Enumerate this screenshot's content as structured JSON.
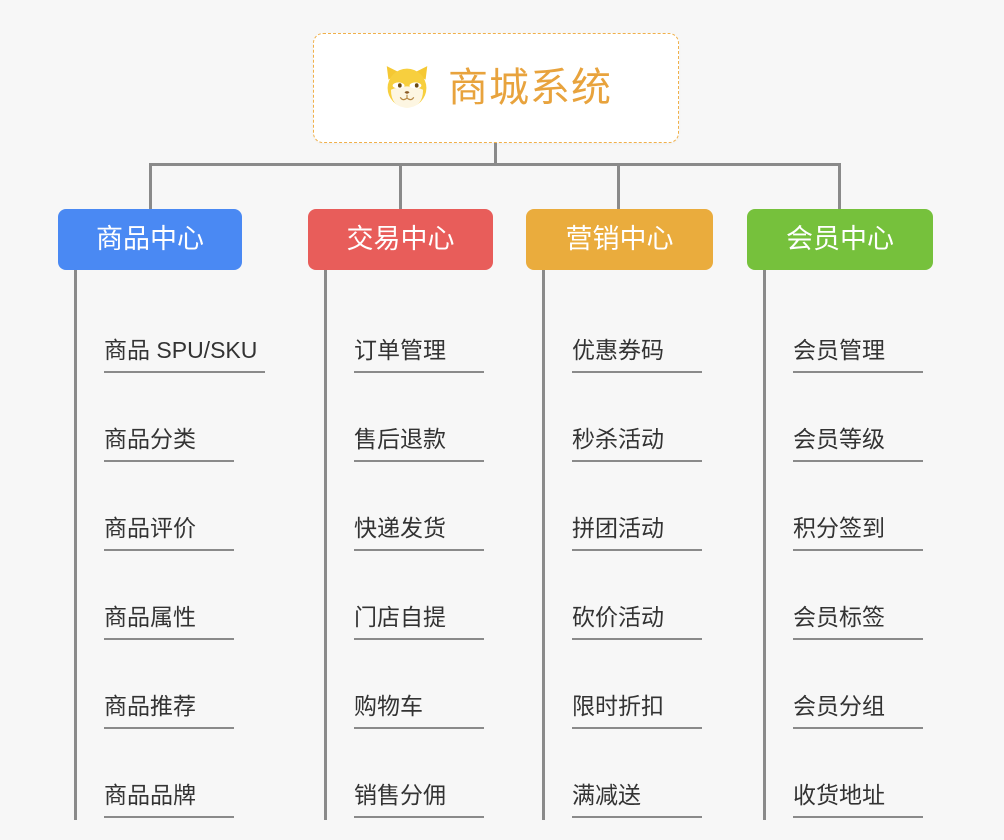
{
  "page": {
    "background_color": "#f7f7f7",
    "line_color": "#8a8a8a"
  },
  "root": {
    "title": "商城系统",
    "icon": "shiba-dog-face-icon",
    "border_color": "#f0b04a",
    "text_color": "#e8a33d",
    "background_color": "#ffffff"
  },
  "branches": [
    {
      "label": "商品中心",
      "color": "#4a89f3",
      "items": [
        "商品 SPU/SKU",
        "商品分类",
        "商品评价",
        "商品属性",
        "商品推荐",
        "商品品牌"
      ]
    },
    {
      "label": "交易中心",
      "color": "#e85d5a",
      "items": [
        "订单管理",
        "售后退款",
        "快递发货",
        "门店自提",
        "购物车",
        "销售分佣"
      ]
    },
    {
      "label": "营销中心",
      "color": "#eaac3d",
      "items": [
        "优惠券码",
        "秒杀活动",
        "拼团活动",
        "砍价活动",
        "限时折扣",
        "满减送"
      ]
    },
    {
      "label": "会员中心",
      "color": "#76c13c",
      "items": [
        "会员管理",
        "会员等级",
        "积分签到",
        "会员标签",
        "会员分组",
        "收货地址"
      ]
    }
  ]
}
